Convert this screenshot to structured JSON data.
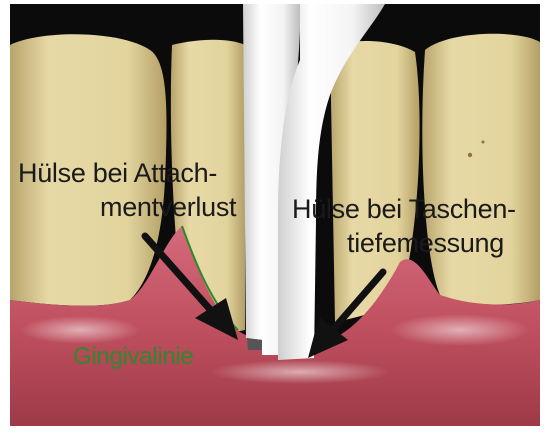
{
  "labels": {
    "attachment_line1": "Hülse bei Attach-",
    "attachment_line2": "mentverlust",
    "pocket_line1": "Hülse bei Taschen-",
    "pocket_line2": "tiefemessung",
    "gingiva": "Gingivalinie"
  },
  "colors": {
    "background": "#0d0d0d",
    "tooth": "#e0d29a",
    "gum": "#c9596a",
    "instrument": "#f2f2f2",
    "arrow": "#111111",
    "gingiva_line": "#2d8a2d"
  }
}
